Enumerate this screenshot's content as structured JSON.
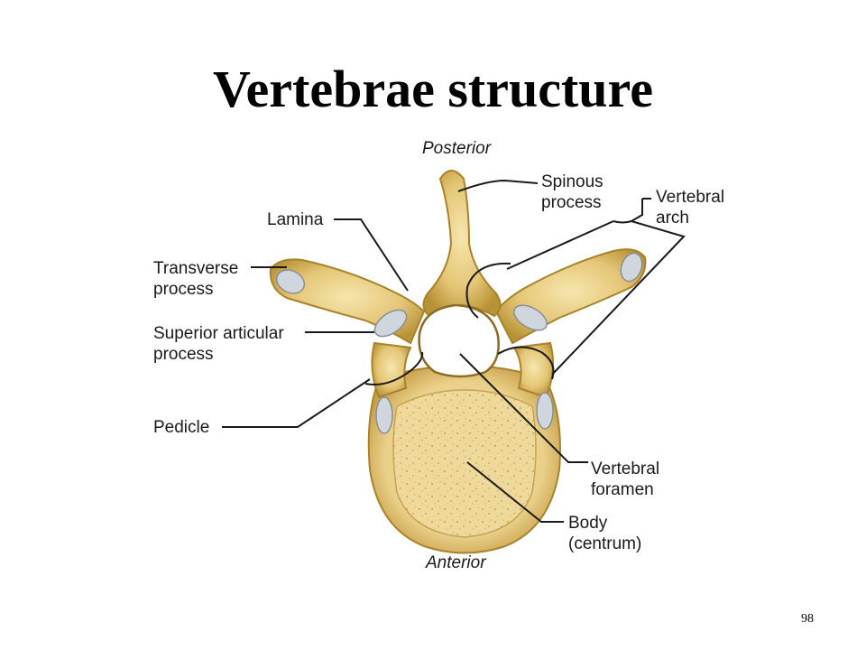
{
  "title": "Vertebrae structure",
  "labels": {
    "posterior": "Posterior",
    "anterior": "Anterior",
    "spinous_process": "Spinous\nprocess",
    "vertebral_arch": "Vertebral\narch",
    "lamina": "Lamina",
    "transverse_process": "Transverse\nprocess",
    "superior_articular_process": "Superior articular\nprocess",
    "pedicle": "Pedicle",
    "vertebral_foramen": "Vertebral\nforamen",
    "body": "Body\n(centrum)"
  },
  "page_number": "98",
  "colors": {
    "bone_light": "#f1dc98",
    "bone": "#dcbc62",
    "bone_dark": "#a9832c",
    "cartilage": "#cfd6de",
    "leader": "#1a1a1a"
  }
}
